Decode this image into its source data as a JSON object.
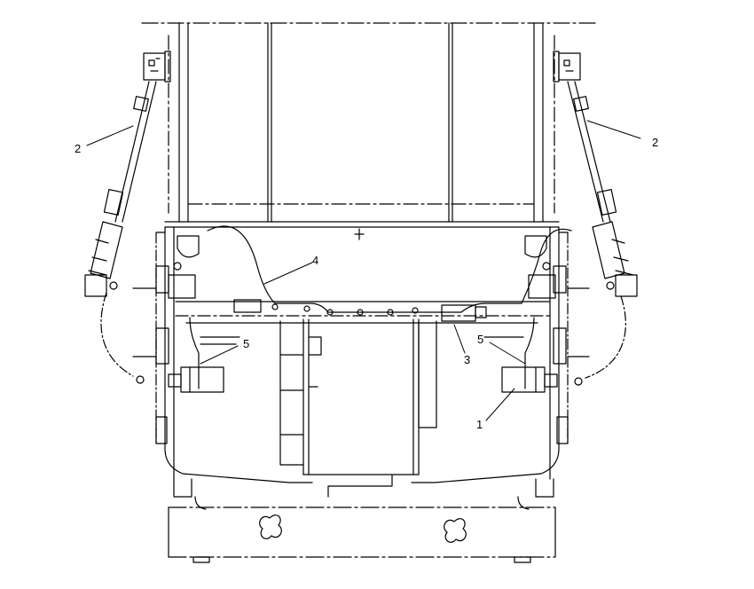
{
  "diagram": {
    "line_color": "#000000",
    "background": "#ffffff",
    "callouts": [
      {
        "id": "c1",
        "label": "1"
      },
      {
        "id": "c2-left",
        "label": "2"
      },
      {
        "id": "c2-right",
        "label": "2"
      },
      {
        "id": "c3",
        "label": "3"
      },
      {
        "id": "c4",
        "label": "4"
      },
      {
        "id": "c5-left",
        "label": "5"
      },
      {
        "id": "c5-right",
        "label": "5"
      }
    ]
  }
}
